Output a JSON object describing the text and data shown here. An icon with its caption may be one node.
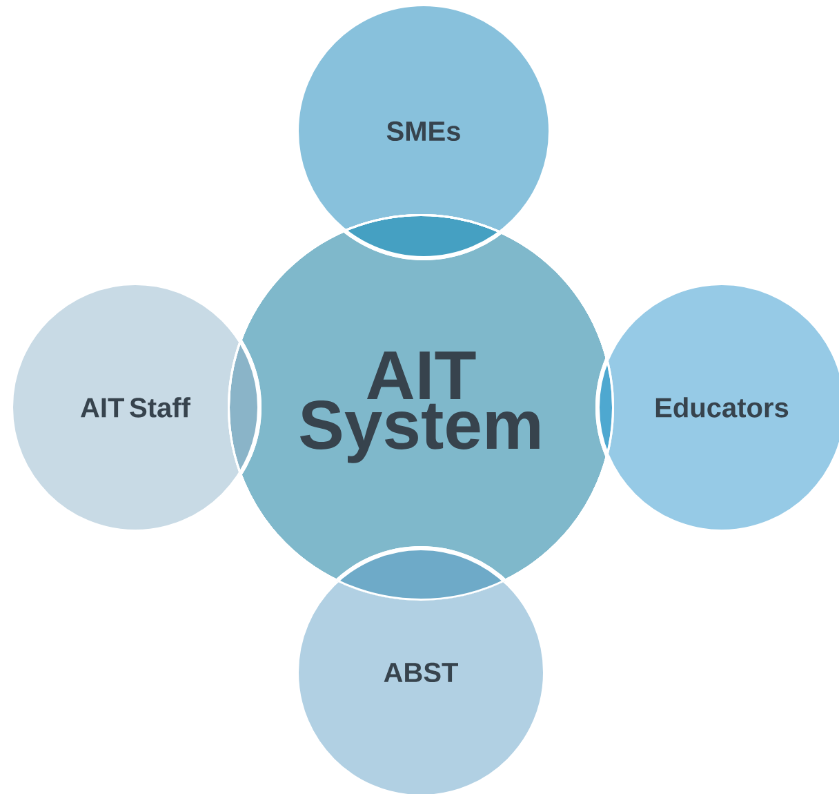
{
  "diagram": {
    "nodes": [
      {
        "text": [
          "SMEs"
        ]
      },
      {
        "text": [
          "AIT Staff"
        ]
      },
      {
        "text": [
          "AIT System"
        ]
      },
      {
        "text": [
          "Educators"
        ]
      },
      {
        "text": [
          "ABST"
        ]
      }
    ]
  }
}
